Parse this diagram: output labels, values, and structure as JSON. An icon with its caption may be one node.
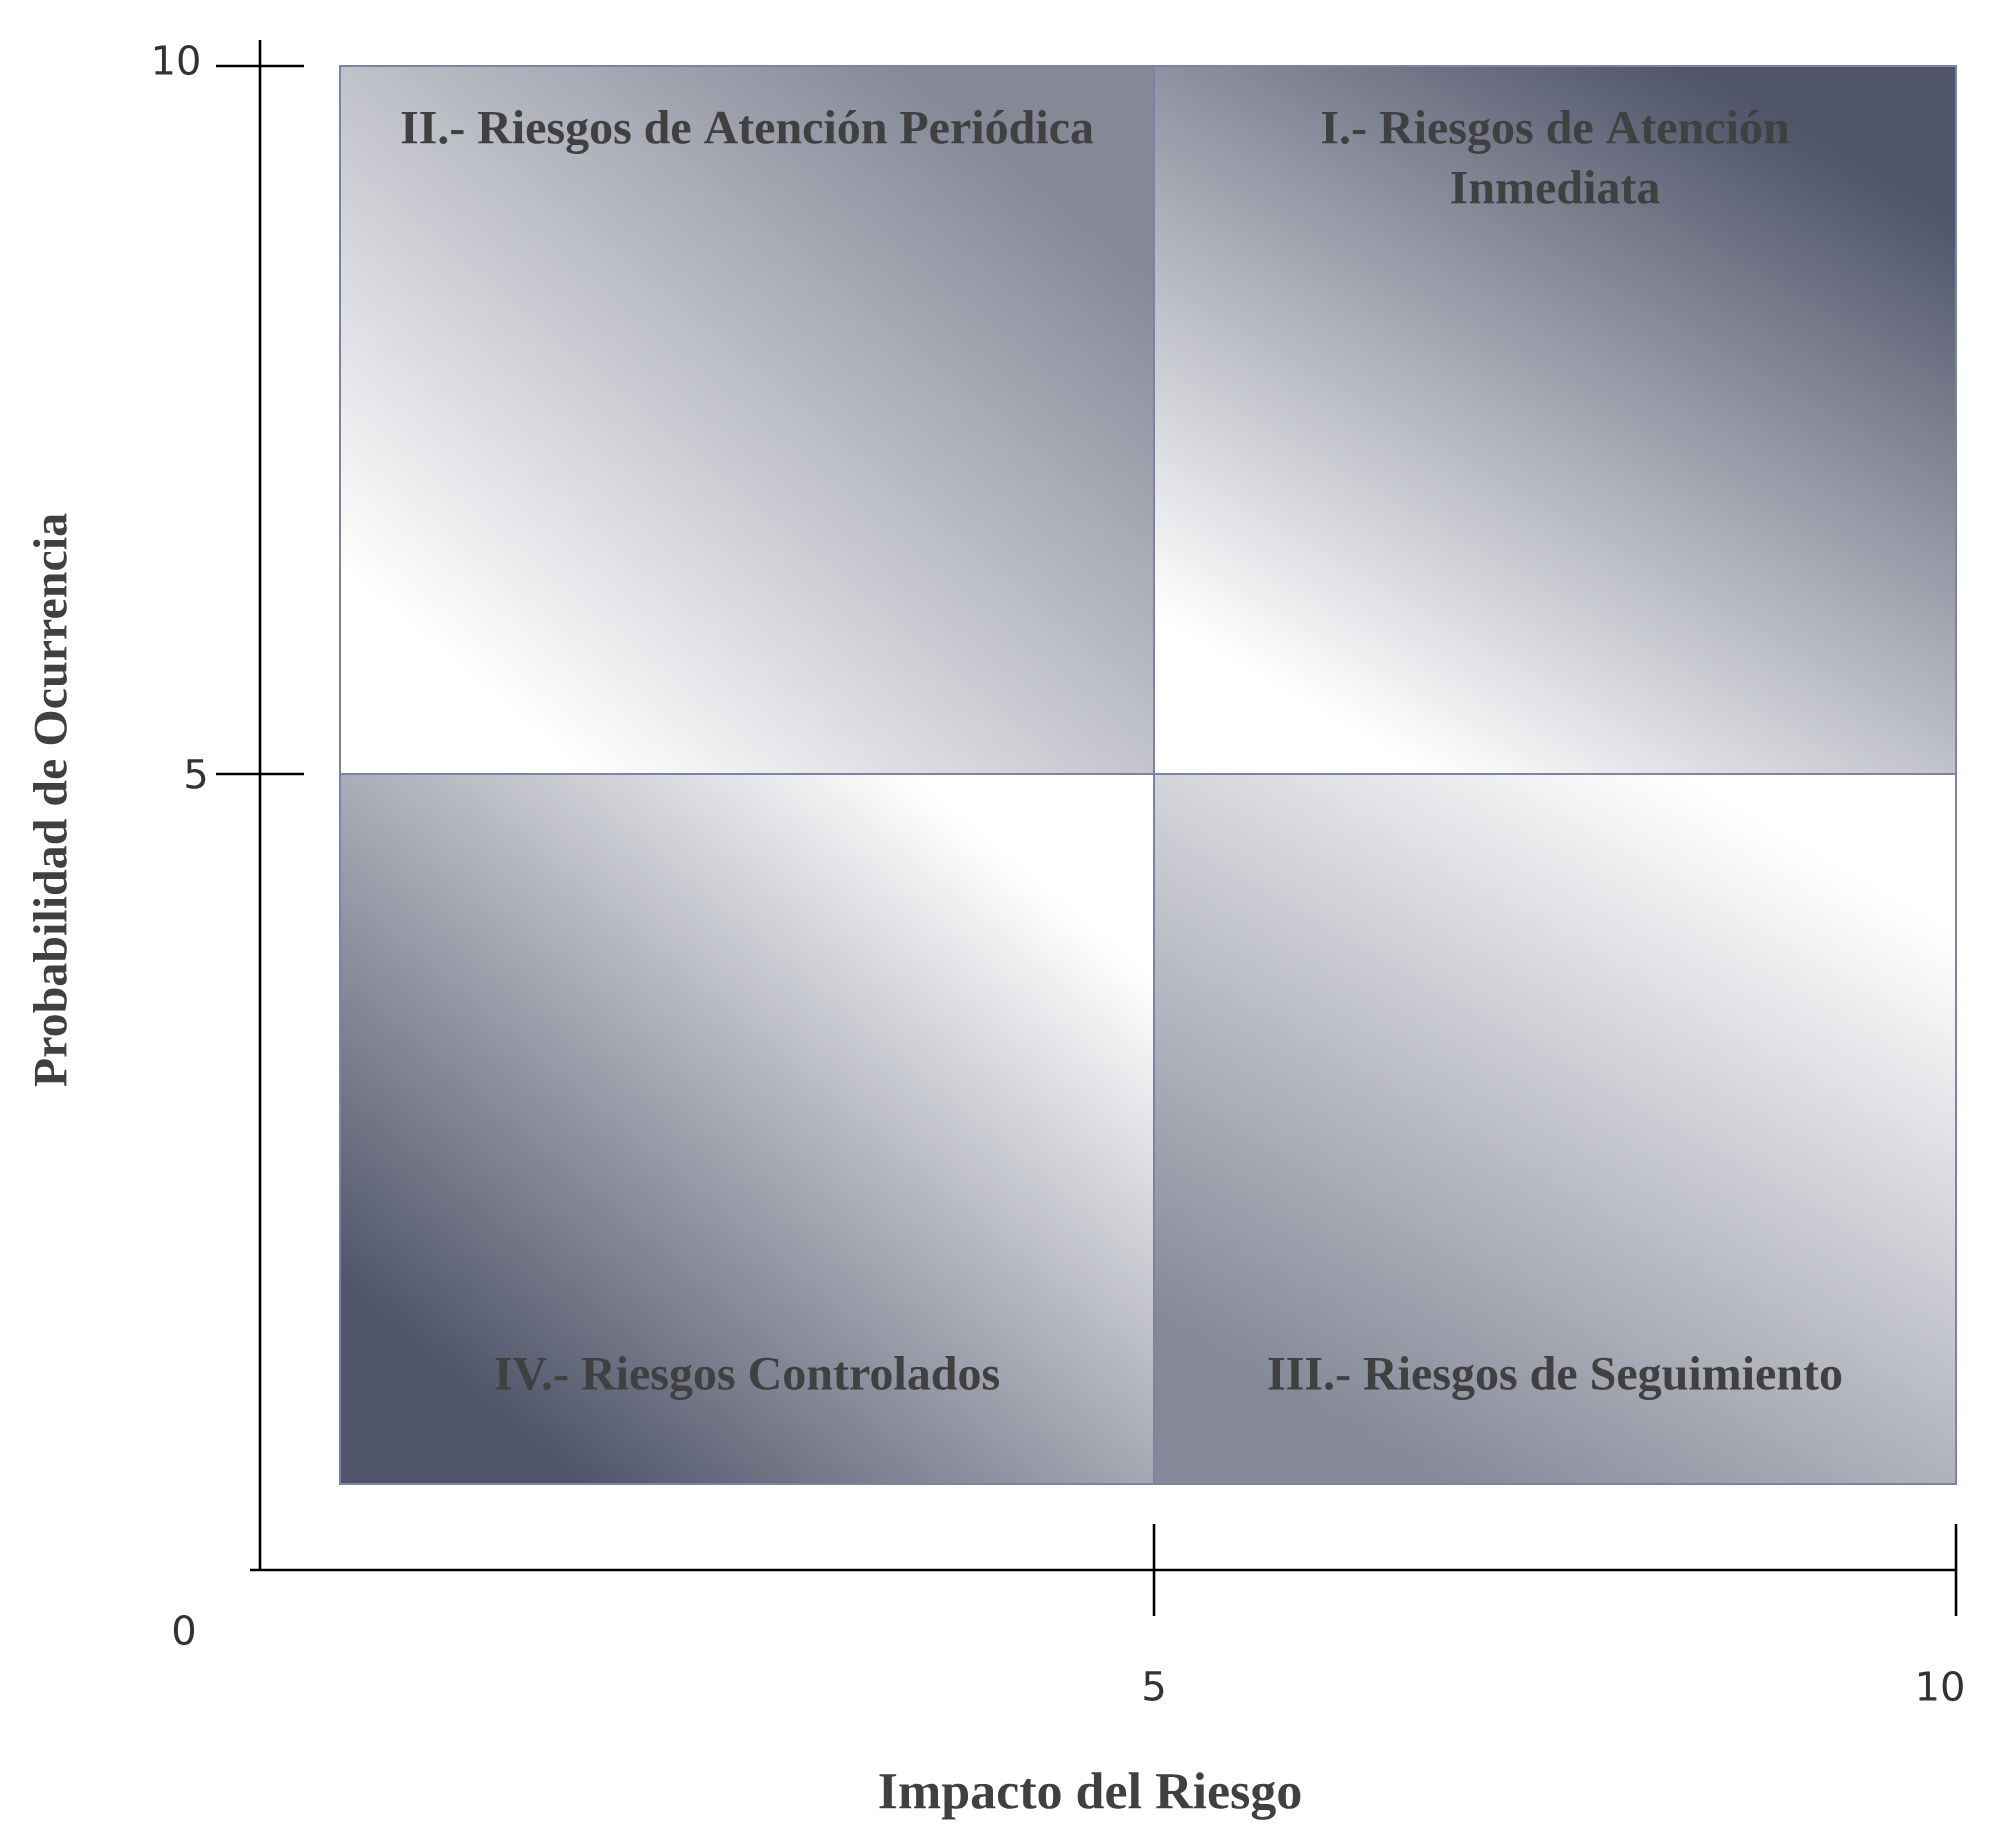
{
  "diagram": {
    "nodes": [
      {
        "text": [
          "II.- Riesgos de Atención Periódica"
        ]
      },
      {
        "text": [
          "I.- Riesgos de Atención Inmediata"
        ]
      },
      {
        "text": [
          "IV.- Riesgos Controlados"
        ]
      },
      {
        "text": [
          "III.- Riesgos de Seguimiento"
        ]
      }
    ],
    "labels": [
      "10",
      "5",
      "0",
      "5",
      "10",
      "Probabilidad de Ocurrencia",
      "Impacto del Riesgo"
    ]
  }
}
